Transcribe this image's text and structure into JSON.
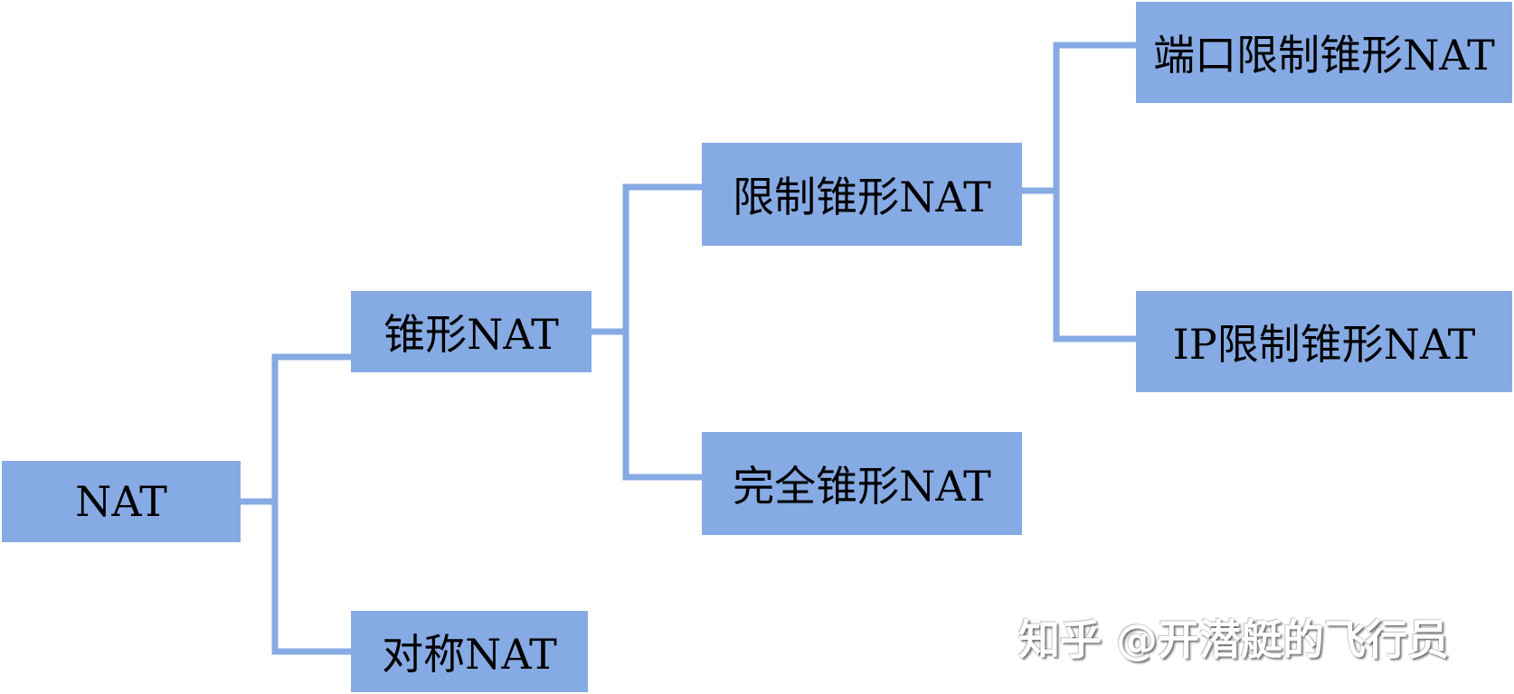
{
  "colors": {
    "node_fill": "#86aae3",
    "connector": "#86aae3",
    "text": "#000000"
  },
  "nodes": {
    "nat": "NAT",
    "cone": "锥形NAT",
    "symmetric": "对称NAT",
    "restricted_cone": "限制锥形NAT",
    "full_cone": "完全锥形NAT",
    "port_restricted_cone": "端口限制锥形NAT",
    "ip_restricted_cone": "IP限制锥形NAT"
  },
  "edges": [
    [
      "nat",
      "cone"
    ],
    [
      "nat",
      "symmetric"
    ],
    [
      "cone",
      "restricted_cone"
    ],
    [
      "cone",
      "full_cone"
    ],
    [
      "restricted_cone",
      "port_restricted_cone"
    ],
    [
      "restricted_cone",
      "ip_restricted_cone"
    ]
  ],
  "watermark": "知乎 @开潜艇的飞行员"
}
